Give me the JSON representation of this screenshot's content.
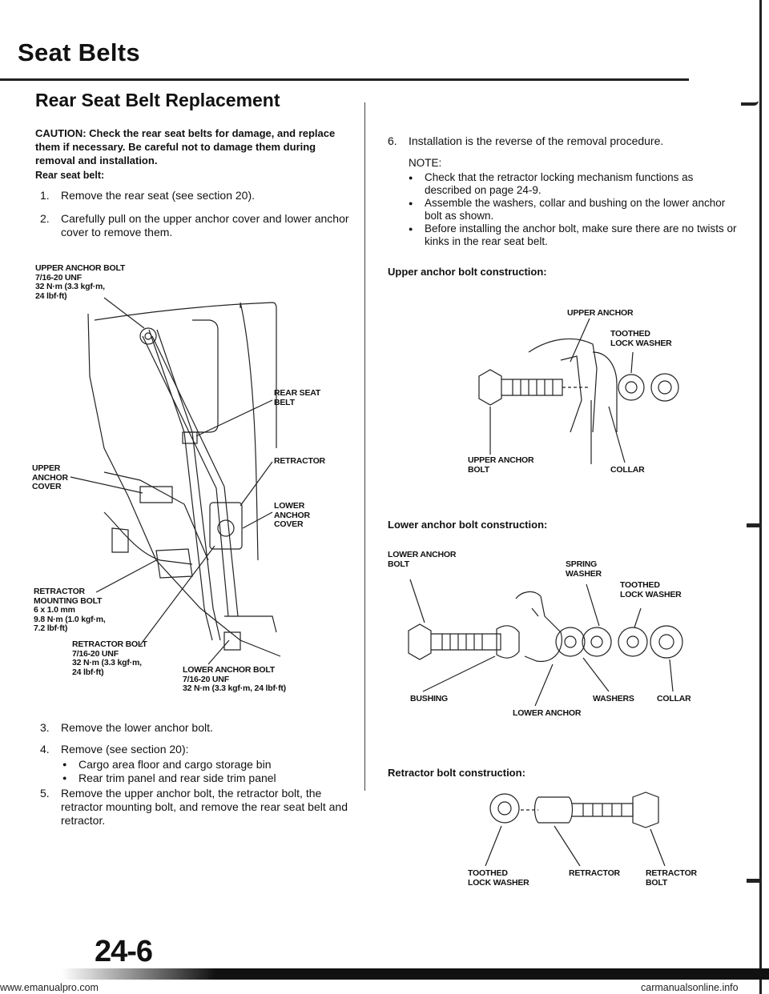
{
  "header": {
    "title": "Seat Belts",
    "subtitle": "Rear Seat Belt Replacement"
  },
  "caution": "CAUTION: Check the rear seat belts for damage, and replace them if necessary. Be careful not to damage them during removal and installation.",
  "rear_seat_belt_label": "Rear seat belt:",
  "steps_left_top": [
    {
      "num": "1.",
      "text": "Remove the rear seat (see section 20)."
    },
    {
      "num": "2.",
      "text": "Carefully pull on the upper anchor cover and lower anchor cover to remove them."
    }
  ],
  "figure_main": {
    "upper_anchor_bolt": [
      "UPPER ANCHOR BOLT",
      "7/16-20 UNF",
      "32 N·m (3.3 kgf·m,",
      "24 lbf·ft)"
    ],
    "rear_seat_belt": [
      "REAR SEAT",
      "BELT"
    ],
    "retractor": "RETRACTOR",
    "upper_anchor_cover": [
      "UPPER",
      "ANCHOR",
      "COVER"
    ],
    "lower_anchor_cover": [
      "LOWER",
      "ANCHOR",
      "COVER"
    ],
    "retractor_mounting_bolt": [
      "RETRACTOR",
      "MOUNTING BOLT",
      "6 x 1.0 mm",
      "9.8 N·m (1.0 kgf·m,",
      "7.2 lbf·ft)"
    ],
    "retractor_bolt": [
      "RETRACTOR BOLT",
      "7/16-20 UNF",
      "32 N·m (3.3 kgf·m,",
      "24 lbf·ft)"
    ],
    "lower_anchor_bolt": [
      "LOWER ANCHOR BOLT",
      "7/16-20 UNF",
      "32 N·m (3.3 kgf·m, 24 lbf·ft)"
    ]
  },
  "step3": {
    "num": "3.",
    "text": "Remove the lower anchor bolt."
  },
  "step4": {
    "num": "4.",
    "text": "Remove (see section 20):",
    "bullets": [
      "Cargo area floor and cargo storage bin",
      "Rear trim panel and rear side trim panel"
    ]
  },
  "step5": {
    "num": "5.",
    "text": "Remove the upper anchor bolt, the retractor bolt, the retractor mounting bolt, and remove the rear seat belt and retractor."
  },
  "step6": {
    "num": "6.",
    "text": "Installation is the reverse of the removal procedure."
  },
  "note_label": "NOTE:",
  "notes": [
    "Check that the retractor locking mechanism functions as described on page 24-9.",
    "Assemble the washers, collar and bushing on the lower anchor bolt as shown.",
    "Before installing the anchor bolt, make sure there are no twists or kinks in the rear seat belt."
  ],
  "upper_construction": {
    "heading": "Upper anchor bolt construction:",
    "upper_anchor": "UPPER ANCHOR",
    "toothed_lock_washer": [
      "TOOTHED",
      "LOCK WASHER"
    ],
    "upper_anchor_bolt": [
      "UPPER ANCHOR",
      "BOLT"
    ],
    "collar": "COLLAR"
  },
  "lower_construction": {
    "heading": "Lower anchor bolt construction:",
    "lower_anchor_bolt": [
      "LOWER ANCHOR",
      "BOLT"
    ],
    "spring_washer": [
      "SPRING",
      "WASHER"
    ],
    "toothed_lock_washer": [
      "TOOTHED",
      "LOCK WASHER"
    ],
    "bushing": "BUSHING",
    "washers": "WASHERS",
    "collar": "COLLAR",
    "lower_anchor": "LOWER ANCHOR"
  },
  "retractor_construction": {
    "heading": "Retractor bolt construction:",
    "toothed_lock_washer": [
      "TOOTHED",
      "LOCK WASHER"
    ],
    "retractor": "RETRACTOR",
    "retractor_bolt": [
      "RETRACTOR",
      "BOLT"
    ]
  },
  "page_number": "24-6",
  "footer_url_left": "www.emanualpro.com",
  "footer_url_right": "carmanualsonline.info"
}
